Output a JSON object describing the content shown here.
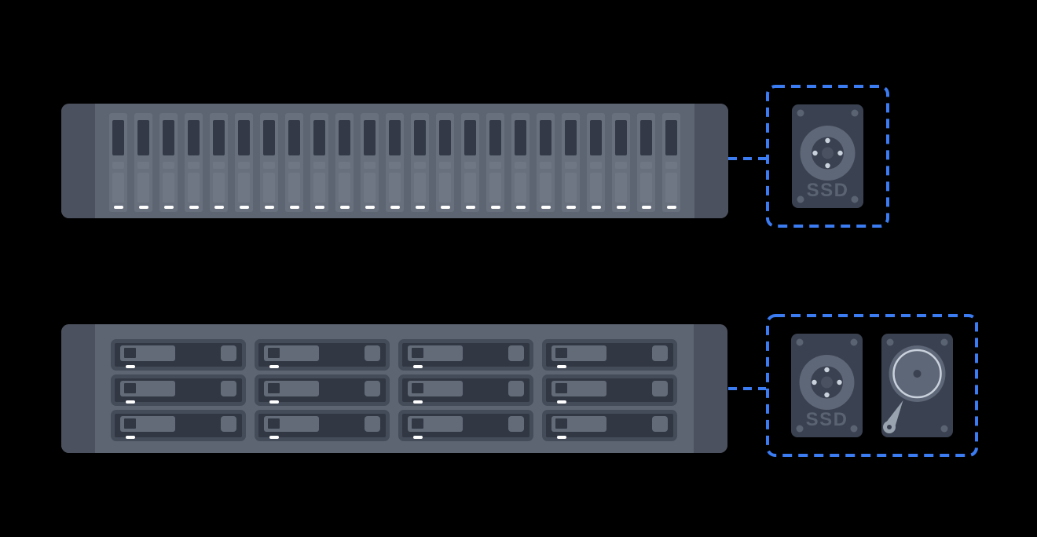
{
  "labels": {
    "ssd": "SSD"
  },
  "colors": {
    "background": "#000000",
    "accent_blue": "#3b7cf2",
    "server_body": "#5e6572",
    "server_cap": "#4b515e",
    "slot_bg": "#68707e",
    "slot_dark": "#333947",
    "slot_light": "#6f7684",
    "led_white": "#ffffff",
    "bay_frame": "#454c59",
    "bay_inner": "#313844",
    "bay_light": "#636b78",
    "drive_body": "#3a4150",
    "drive_disc": "#5e6777",
    "drive_hub": "#4a5261",
    "drive_dot": "#c9d1dc",
    "drive_label": "#5a6372",
    "hdd_ring": "#c9d1dc",
    "hdd_arm": "#99a3b0"
  },
  "top_server": {
    "type": "rack-enclosure-vertical-ssd-slots",
    "slot_count": 23
  },
  "bottom_server": {
    "type": "rack-enclosure-horizontal-drive-bays",
    "bay_columns": 4,
    "bay_rows": 3
  },
  "groups": {
    "top": {
      "drives": [
        "ssd"
      ]
    },
    "bottom": {
      "drives": [
        "ssd",
        "hdd"
      ]
    }
  }
}
